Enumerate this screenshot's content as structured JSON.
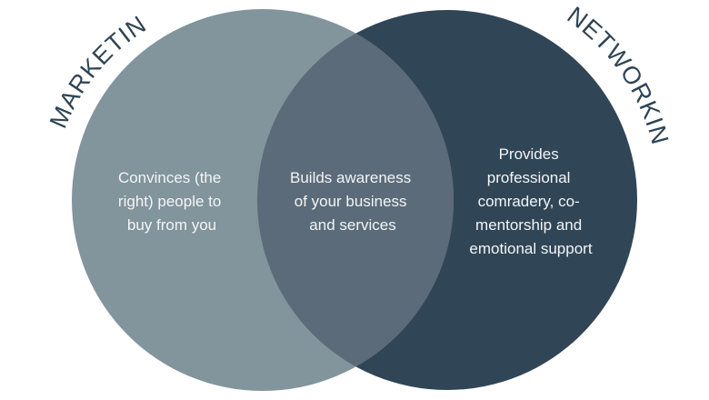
{
  "diagram": {
    "left_set": {
      "label": "MARKETING",
      "description": [
        "Convinces (the",
        "right) people to",
        "buy from you"
      ],
      "color": "#82949c"
    },
    "right_set": {
      "label": "NETWORKING",
      "description": [
        "Provides",
        "professional",
        "comradery, co-",
        "mentorship and",
        "emotional support"
      ],
      "color": "#304656"
    },
    "overlap": {
      "description": [
        "Builds awareness",
        "of your business",
        "and services"
      ],
      "color": "#5b6b79"
    }
  }
}
